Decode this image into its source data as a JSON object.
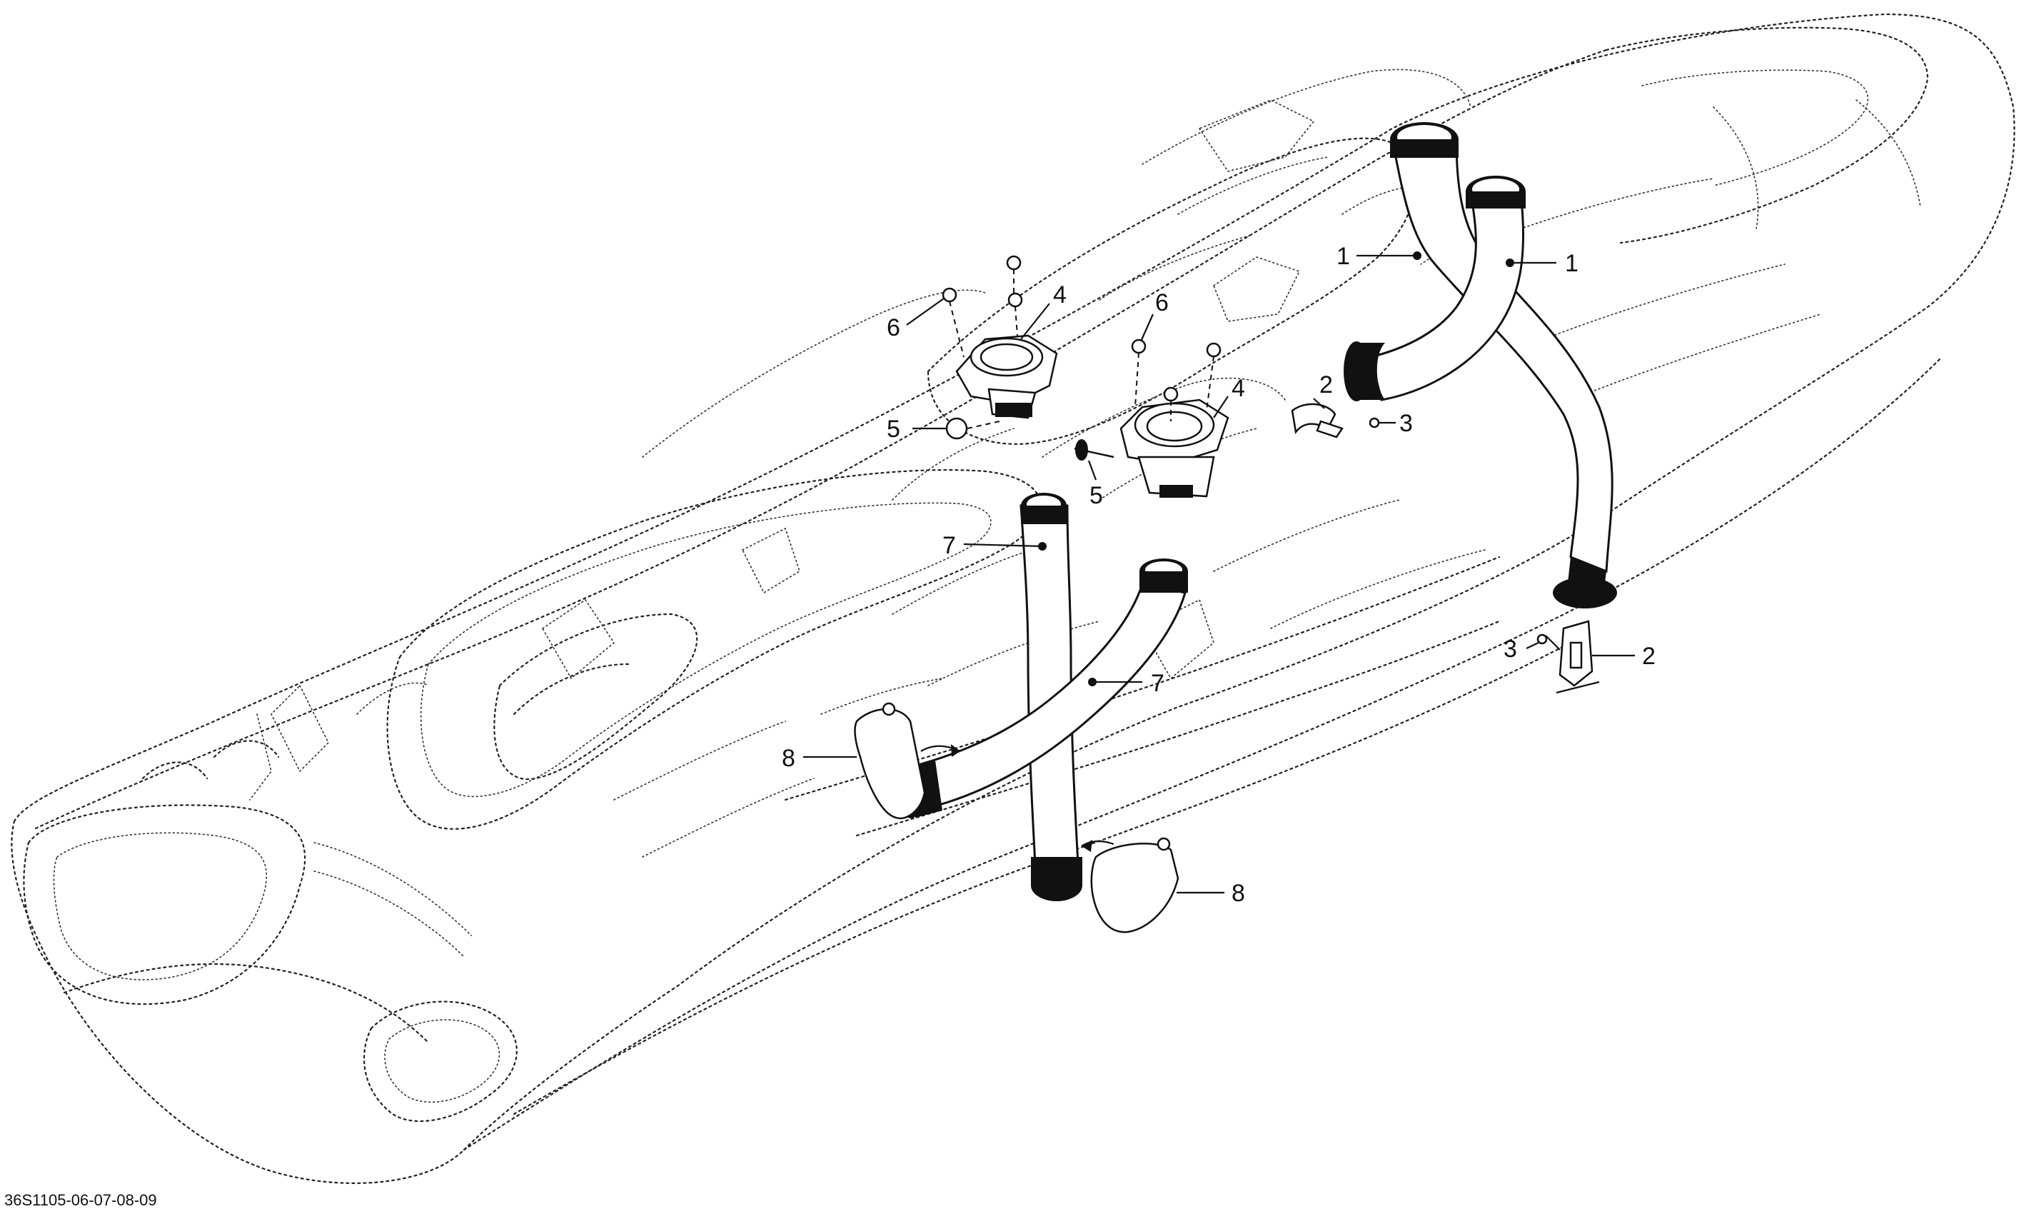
{
  "diagram": {
    "document_ref": "36S1105-06-07-08-09",
    "callouts": {
      "part_1_a": "1",
      "part_1_b": "1",
      "part_2_a": "2",
      "part_2_b": "2",
      "part_3_a": "3",
      "part_3_b": "3",
      "part_4_a": "4",
      "part_4_b": "4",
      "part_5_a": "5",
      "part_5_b": "5",
      "part_6_a": "6",
      "part_6_b": "6",
      "part_7_a": "7",
      "part_7_b": "7",
      "part_8_a": "8",
      "part_8_b": "8"
    }
  }
}
